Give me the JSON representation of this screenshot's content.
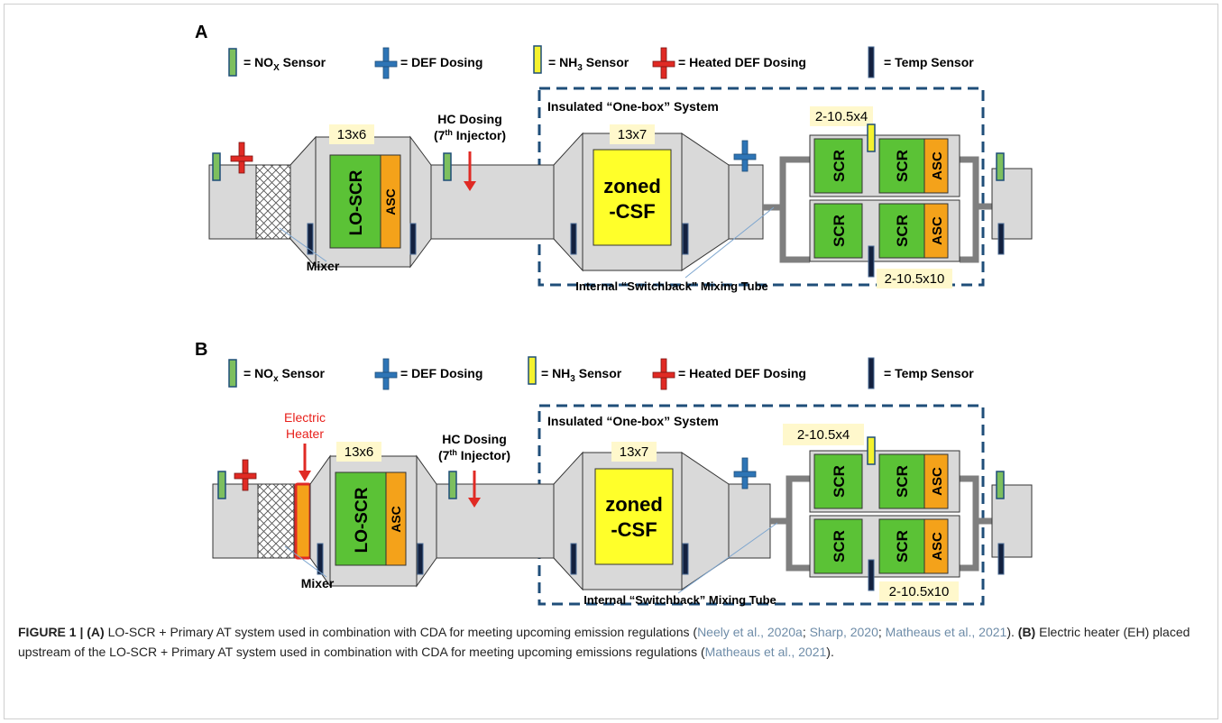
{
  "panels": [
    {
      "letter": "A",
      "legend": {
        "nox": "= NO",
        "nox_sub": "X",
        "nox_suffix": " Sensor",
        "def": "= DEF Dosing",
        "nh3": "= NH",
        "nh3_sub": "3",
        "nh3_suffix": " Sensor",
        "heated": "= Heated DEF Dosing",
        "temp": "= Temp Sensor"
      },
      "dim_13x6": "13x6",
      "dim_13x7": "13x7",
      "dim_top": "2-10.5x4",
      "dim_bottom": "2-10.5x10",
      "lo_scr": "LO-SCR",
      "asc": "ASC",
      "scr": "SCR",
      "zoned": "zoned",
      "csf": "-CSF",
      "hc_dosing": "HC Dosing",
      "injector_pre": "(7",
      "injector_sup": "th",
      "injector_post": " Injector)",
      "onebox": "Insulated “One-box” System",
      "mixer": "Mixer",
      "switchback": "Internal “Switchback” Mixing Tube"
    },
    {
      "letter": "B",
      "legend": {
        "nox": "= NO",
        "nox_sub": "x",
        "nox_suffix": " Sensor",
        "def": "= DEF Dosing",
        "nh3": "= NH",
        "nh3_sub": "3",
        "nh3_suffix": " Sensor",
        "heated": "= Heated DEF Dosing",
        "temp": "= Temp Sensor"
      },
      "electric": "Electric",
      "heater": "Heater",
      "dim_13x6": "13x6",
      "dim_13x7": "13x7",
      "dim_top": "2-10.5x4",
      "dim_bottom": "2-10.5x10",
      "lo_scr": "LO-SCR",
      "asc": "ASC",
      "scr": "SCR",
      "zoned": "zoned",
      "csf": "-CSF",
      "hc_dosing": "HC Dosing",
      "injector_pre": "(7",
      "injector_sup": "th",
      "injector_post": " Injector)",
      "onebox": "Insulated “One-box” System",
      "mixer": "Mixer",
      "switchback": "Internal “Switchback” Mixing Tube"
    }
  ],
  "caption": {
    "label": "FIGURE 1 | ",
    "a": "(A)",
    "a_text": " LO-SCR + Primary AT system used in combination with CDA for meeting upcoming emission regulations (",
    "cite1": "Neely et al., 2020a",
    "sep1": "; ",
    "cite2": "Sharp, 2020",
    "sep2": "; ",
    "cite3": "Matheaus et al., 2021",
    "close1": "). ",
    "b": "(B)",
    "b_text": " Electric heater (EH) placed upstream of the LO-SCR + Primary AT system used in combination with CDA for meeting upcoming emissions regulations (",
    "cite4": "Matheaus et al., 2021",
    "close2": ")."
  },
  "colors": {
    "body_gray": "#d9d9d9",
    "green": "#5bc236",
    "orange": "#f4a21a",
    "yellow": "#ffff2a",
    "sensor_green": "#7dbf5e",
    "sensor_yellow": "#f4f22f",
    "def_blue": "#2e75b6",
    "heated_red": "#e02a24",
    "temp_navy": "#13213f",
    "label_bg": "#fff8cc",
    "dash_blue": "#1f4e79",
    "citation": "#6e8ca8"
  }
}
